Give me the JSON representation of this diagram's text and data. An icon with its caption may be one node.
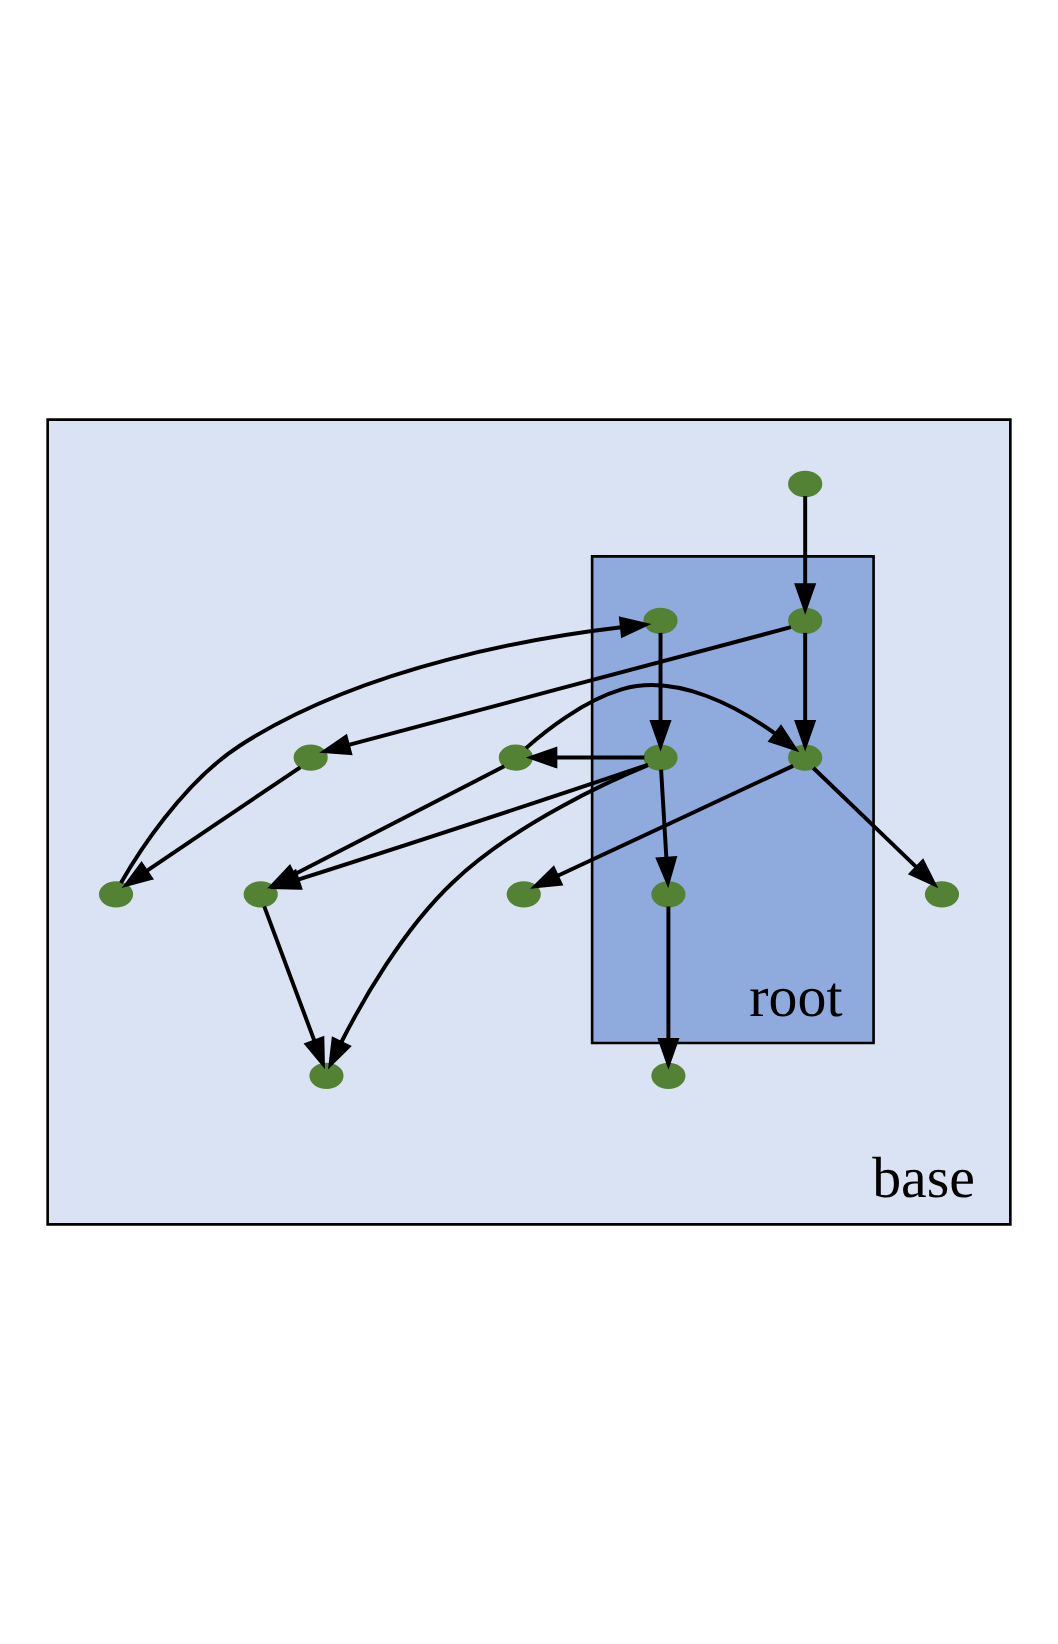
{
  "diagram": {
    "nodes": [
      {
        "text": [
          "base"
        ]
      },
      {
        "text": [
          "root"
        ],
        "in": 0
      },
      {
        "text": [],
        "shape": "circle",
        "in": 0
      },
      {
        "text": [],
        "shape": "circle",
        "in": 0
      },
      {
        "text": [],
        "shape": "circle",
        "in": 0
      },
      {
        "text": [],
        "shape": "circle",
        "in": 0
      },
      {
        "text": [],
        "shape": "circle",
        "in": 1
      },
      {
        "text": [],
        "shape": "circle",
        "in": 0
      },
      {
        "text": [],
        "shape": "circle",
        "in": 1
      },
      {
        "text": [],
        "shape": "circle",
        "in": 1
      },
      {
        "text": [],
        "shape": "circle",
        "in": 1
      },
      {
        "text": [],
        "shape": "circle",
        "in": 0
      },
      {
        "text": [],
        "shape": "circle",
        "in": 1
      },
      {
        "text": [],
        "shape": "circle",
        "in": 0
      },
      {
        "text": [],
        "shape": "circle",
        "in": 0
      },
      {
        "text": [],
        "shape": "circle",
        "in": 0
      }
    ],
    "edges": [
      {
        "from": 2,
        "to": 4,
        "arrow": "to"
      },
      {
        "from": 4,
        "to": 8,
        "arrow": "to"
      },
      {
        "from": 3,
        "to": 6,
        "arrow": "to"
      },
      {
        "from": 6,
        "to": 2,
        "arrow": "to"
      },
      {
        "from": 6,
        "to": 9,
        "arrow": "to"
      },
      {
        "from": 9,
        "to": 5,
        "arrow": "to"
      },
      {
        "from": 9,
        "to": 13,
        "arrow": "to"
      },
      {
        "from": 7,
        "to": 9,
        "arrow": "to"
      },
      {
        "from": 10,
        "to": 7,
        "arrow": "to"
      },
      {
        "from": 7,
        "to": 11,
        "arrow": "to"
      },
      {
        "from": 8,
        "to": 10,
        "arrow": "to"
      },
      {
        "from": 10,
        "to": 11,
        "arrow": "to"
      },
      {
        "from": 10,
        "to": 12,
        "arrow": "to"
      },
      {
        "from": 10,
        "to": 14,
        "arrow": "to"
      },
      {
        "from": 11,
        "to": 14,
        "arrow": "to"
      },
      {
        "from": 12,
        "to": 15,
        "arrow": "to"
      }
    ]
  }
}
